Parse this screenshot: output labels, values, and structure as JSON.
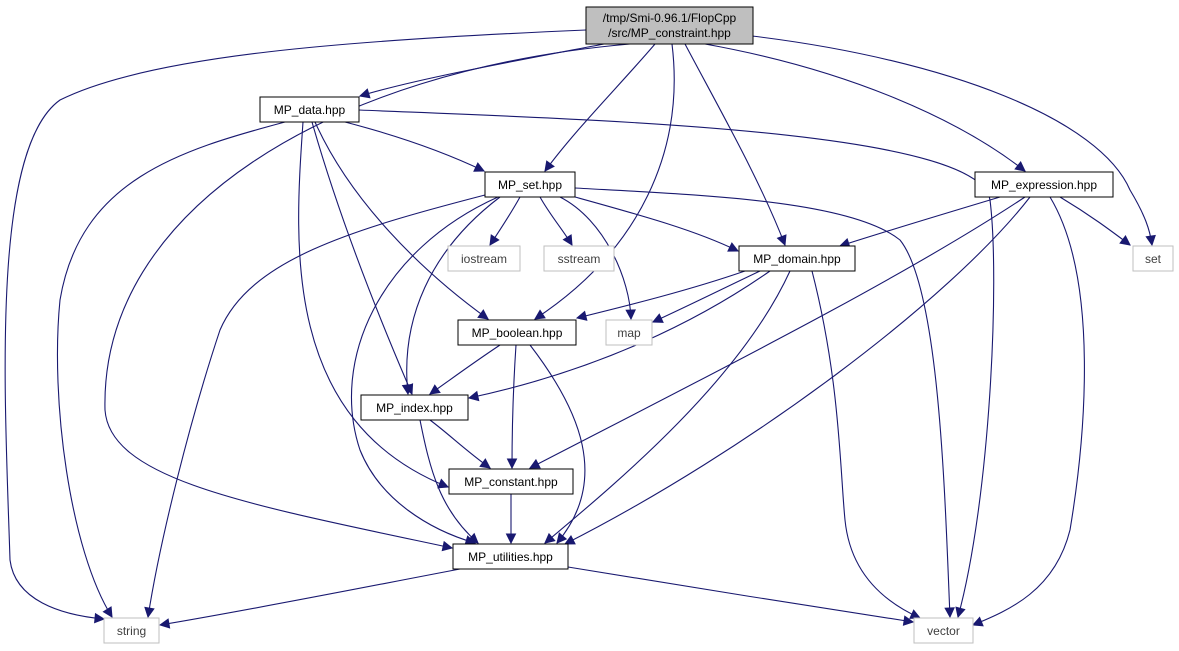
{
  "colors": {
    "edge": "#191970",
    "root_fill": "#bfbfbf",
    "external_border": "#bfbfbf",
    "node_border": "#000000"
  },
  "nodes": {
    "root": {
      "line1": "/tmp/Smi-0.96.1/FlopCpp",
      "line2": "/src/MP_constraint.hpp"
    },
    "mp_data": {
      "label": "MP_data.hpp"
    },
    "mp_set": {
      "label": "MP_set.hpp"
    },
    "mp_expression": {
      "label": "MP_expression.hpp"
    },
    "iostream": {
      "label": "iostream"
    },
    "sstream": {
      "label": "sstream"
    },
    "mp_domain": {
      "label": "MP_domain.hpp"
    },
    "set": {
      "label": "set"
    },
    "mp_boolean": {
      "label": "MP_boolean.hpp"
    },
    "map": {
      "label": "map"
    },
    "mp_index": {
      "label": "MP_index.hpp"
    },
    "mp_constant": {
      "label": "MP_constant.hpp"
    },
    "mp_utilities": {
      "label": "MP_utilities.hpp"
    },
    "string": {
      "label": "string"
    },
    "vector": {
      "label": "vector"
    }
  },
  "edges": [
    [
      "root",
      "mp_data"
    ],
    [
      "root",
      "mp_set"
    ],
    [
      "root",
      "mp_expression"
    ],
    [
      "root",
      "mp_domain"
    ],
    [
      "root",
      "set"
    ],
    [
      "root",
      "mp_boolean"
    ],
    [
      "root",
      "mp_utilities"
    ],
    [
      "root",
      "string"
    ],
    [
      "mp_data",
      "mp_set"
    ],
    [
      "mp_data",
      "mp_boolean"
    ],
    [
      "mp_data",
      "mp_index"
    ],
    [
      "mp_data",
      "mp_constant"
    ],
    [
      "mp_data",
      "string"
    ],
    [
      "mp_data",
      "vector"
    ],
    [
      "mp_set",
      "iostream"
    ],
    [
      "mp_set",
      "sstream"
    ],
    [
      "mp_set",
      "mp_domain"
    ],
    [
      "mp_set",
      "map"
    ],
    [
      "mp_set",
      "mp_index"
    ],
    [
      "mp_set",
      "mp_utilities"
    ],
    [
      "mp_set",
      "string"
    ],
    [
      "mp_set",
      "vector"
    ],
    [
      "mp_expression",
      "mp_domain"
    ],
    [
      "mp_expression",
      "set"
    ],
    [
      "mp_expression",
      "mp_constant"
    ],
    [
      "mp_expression",
      "mp_utilities"
    ],
    [
      "mp_expression",
      "vector"
    ],
    [
      "mp_domain",
      "mp_boolean"
    ],
    [
      "mp_domain",
      "map"
    ],
    [
      "mp_domain",
      "mp_index"
    ],
    [
      "mp_domain",
      "mp_utilities"
    ],
    [
      "mp_domain",
      "vector"
    ],
    [
      "mp_boolean",
      "mp_index"
    ],
    [
      "mp_boolean",
      "mp_constant"
    ],
    [
      "mp_boolean",
      "mp_utilities"
    ],
    [
      "mp_index",
      "mp_constant"
    ],
    [
      "mp_index",
      "mp_utilities"
    ],
    [
      "mp_constant",
      "mp_utilities"
    ],
    [
      "mp_utilities",
      "string"
    ],
    [
      "mp_utilities",
      "vector"
    ]
  ]
}
